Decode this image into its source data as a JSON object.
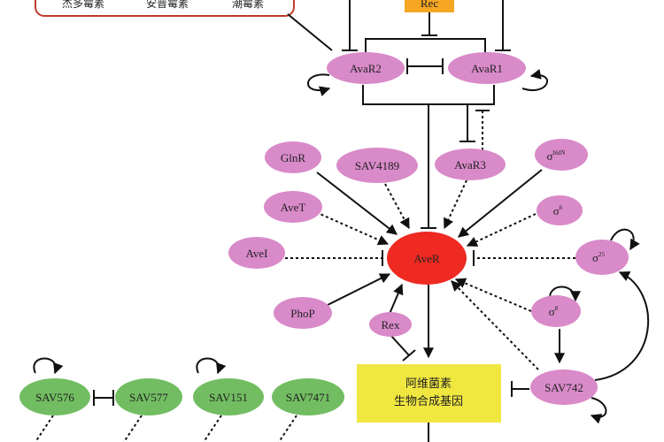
{
  "legend_box": {
    "items": [
      "杰多霉素",
      "安普霉素",
      "潮霉素"
    ]
  },
  "top_box_label": "Rec",
  "nodes": {
    "avar2": "AvaR2",
    "avar1": "AvaR1",
    "glnr": "GlnR",
    "sav4189": "SAV4189",
    "avar3": "AvaR3",
    "sigma_bldn": {
      "base": "σ",
      "sup": "bldN"
    },
    "avet": "AveT",
    "sigma6": {
      "base": "σ",
      "sup": "6"
    },
    "avei": "AveI",
    "aver": "AveR",
    "sigma25": {
      "base": "σ",
      "sup": "25"
    },
    "phop": "PhoP",
    "rex": "Rex",
    "sigma8": {
      "base": "σ",
      "sup": "8"
    },
    "sav742": "SAV742",
    "sav576": "SAV576",
    "sav577": "SAV577",
    "sav151": "SAV151",
    "sav7471": "SAV7471"
  },
  "gene_box": {
    "line1": "阿维菌素",
    "line2": "生物合成基因"
  },
  "colors": {
    "regulator_fill": "#d98ac9",
    "center_fill": "#ee2a22",
    "green_fill": "#72bd62",
    "gene_box_fill": "#f0e741",
    "top_box_fill": "#f5a623",
    "legend_border": "#c0392b"
  }
}
